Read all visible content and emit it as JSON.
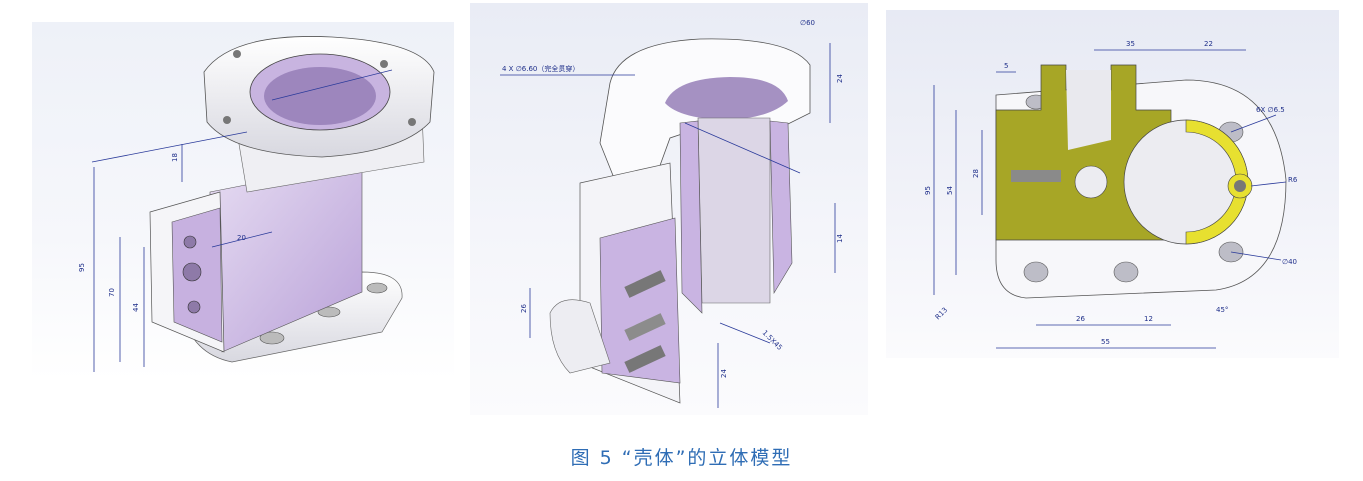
{
  "caption": "图 5 “壳体”的立体模型",
  "panels": [
    {
      "name": "housing-isometric",
      "dimensions": [
        "18",
        "20",
        "95",
        "70",
        "44"
      ]
    },
    {
      "name": "housing-section",
      "notes": [
        "4 X ∅6.60（完全贯穿）",
        "∅60",
        "1.5X45"
      ],
      "dimensions": [
        "24",
        "14",
        "26",
        "24"
      ]
    },
    {
      "name": "housing-flange-section",
      "notes": [
        "6X ∅6.5",
        "R6",
        "∅40",
        "45°",
        "R13"
      ],
      "dimensions": [
        "5",
        "35",
        "22",
        "95",
        "54",
        "28",
        "26",
        "12",
        "55"
      ]
    }
  ],
  "colors": {
    "body": "#ffffff",
    "cut_face_purple": "#c9b4e2",
    "cut_face_olive": "#a7a626",
    "cut_face_yellow": "#e7e030",
    "dimension_blue": "#2a3a9a",
    "caption_blue": "#2f6db5"
  }
}
